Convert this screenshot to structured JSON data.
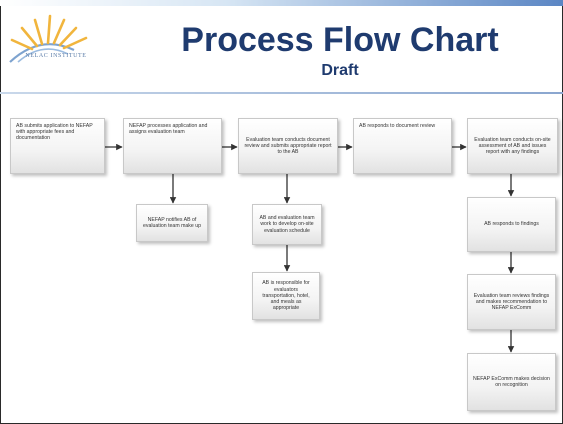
{
  "slide": {
    "logo_text": "NELAC INSTITUTE",
    "title": "Process Flow Chart",
    "subtitle": "Draft"
  },
  "flow": {
    "boxes": [
      {
        "id": "ab-submits",
        "text": "AB submits application to NEFAP with appropriate fees and documentation"
      },
      {
        "id": "nefap-processes",
        "text": "NEFAP processes application and assigns evaluation team"
      },
      {
        "id": "doc-review",
        "text": "Evaluation team conducts document review and submits appropriate report to the AB"
      },
      {
        "id": "ab-responds-doc",
        "text": "AB responds to document review"
      },
      {
        "id": "onsite-assessment",
        "text": "Evaluation team conducts on-site assessment of AB and issues report with any findings"
      },
      {
        "id": "notifies-team",
        "text": "NEFAP notifies AB of evaluation team make up"
      },
      {
        "id": "schedule",
        "text": "AB and evaluation team work to develop on-site evaluation schedule"
      },
      {
        "id": "ab-expenses",
        "text": "AB is responsible for evaluators transportation, hotel, and meals as appropriate"
      },
      {
        "id": "ab-responds-findings",
        "text": "AB responds to findings"
      },
      {
        "id": "recommendation",
        "text": "Evaluation team reviews findings and makes recommendation to NEFAP ExComm"
      },
      {
        "id": "decision",
        "text": "NEFAP ExComm makes decision on recognition"
      }
    ]
  }
}
